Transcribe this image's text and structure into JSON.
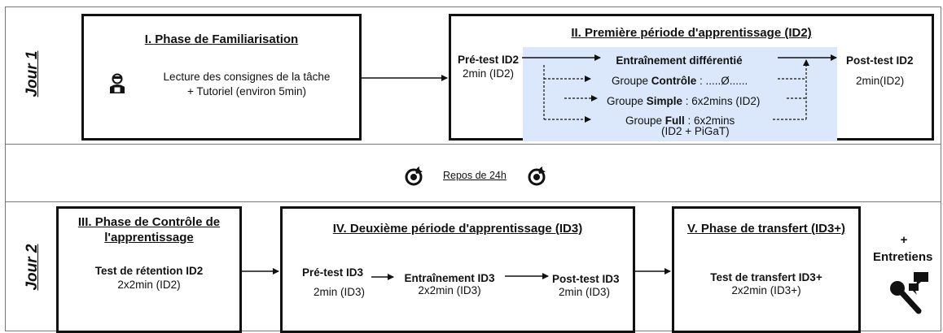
{
  "day1": {
    "label": "Jour 1",
    "phase1": {
      "title": "I. Phase de Familiarisation",
      "line1": "Lecture des consignes de la tâche",
      "line2": "+ Tutoriel (environ 5min)",
      "icon": "person-reading-icon"
    },
    "phase2": {
      "title": "II. Première période d'apprentissage (ID2)",
      "pretest_label": "Pré-test ID2",
      "pretest_sub": "2min (ID2)",
      "training_title": "Entraînement différentié",
      "groups": [
        {
          "prefix": "Groupe ",
          "name": "Contrôle",
          "suffix": " : .....Ø......"
        },
        {
          "prefix": "Groupe ",
          "name": "Simple",
          "suffix": " : 6x2mins (ID2)"
        },
        {
          "prefix": "Groupe ",
          "name": "Full",
          "suffix": " : 6x2mins",
          "extra": "(ID2 + PiGaT)"
        }
      ],
      "posttest_label": "Post-test ID2",
      "posttest_sub": "2min(ID2)"
    }
  },
  "rest": {
    "label": "Repos de 24h",
    "icon": "sleep-clock-icon"
  },
  "day2": {
    "label": "Jour 2",
    "phase3": {
      "title_line1": "III. Phase de Contrôle de",
      "title_line2": "l'apprentissage",
      "test_label": "Test de rétention ID2",
      "test_sub": "2x2min (ID2)"
    },
    "phase4": {
      "title": "IV. Deuxième période d'apprentissage (ID3)",
      "pretest_label": "Pré-test ID3",
      "pretest_sub": "2min (ID3)",
      "training_label": "Entraînement ID3",
      "training_sub": "2x2min (ID3)",
      "posttest_label": "Post-test ID3",
      "posttest_sub": "2min (ID3)"
    },
    "phase5": {
      "title": "V. Phase de transfert (ID3+)",
      "test_label": "Test de transfert ID3+",
      "test_sub": "2x2min (ID3+)"
    },
    "extra": {
      "plus": "+",
      "label": "Entretiens",
      "icon": "microphone-chat-icon"
    }
  },
  "colors": {
    "highlight": "#dbe8fb",
    "stroke": "#111111"
  }
}
